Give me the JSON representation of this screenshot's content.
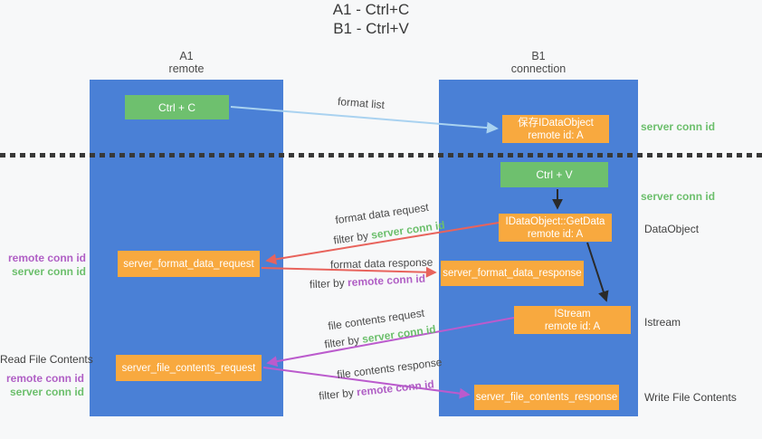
{
  "title": {
    "line1": "A1 - Ctrl+C",
    "line2": "B1 - Ctrl+V"
  },
  "lifelines": {
    "left": {
      "name": "A1",
      "subtitle": "remote"
    },
    "right": {
      "name": "B1",
      "subtitle": "connection"
    }
  },
  "boxes": {
    "ctrl_c": "Ctrl + C",
    "ctrl_v": "Ctrl + V",
    "save_idataobject_line1": "保存IDataObject",
    "save_idataobject_line2": "remote id: A",
    "getdata_line1": "IDataObject::GetData",
    "getdata_line2": "remote id: A",
    "istream_line1": "IStream",
    "istream_line2": "remote id: A",
    "format_request": "server_format_data_request",
    "format_response": "server_format_data_response",
    "file_request": "server_file_contents_request",
    "file_response": "server_file_contents_response"
  },
  "arrow_labels": {
    "format_list": "format list",
    "format_data_request": "format data request",
    "format_data_response": "format data response",
    "file_contents_request": "file contents request",
    "file_contents_response": "file contents response",
    "filter_by": "filter by ",
    "server_conn_id": "server conn id",
    "remote_conn_id": "remote conn id"
  },
  "side_labels": {
    "server_conn_id": "server conn id",
    "remote_conn_id": "remote conn id",
    "data_object": "DataObject",
    "istream": "Istream",
    "read_file_contents": "Read File Contents",
    "write_file_contents": "Write File Contents"
  },
  "colors": {
    "lifeline_blue": "#4a80d6",
    "box_green": "#6ec06e",
    "box_orange": "#f8a93f",
    "label_green": "#6cbf6c",
    "label_purple": "#b05fc5",
    "arrow_red": "#e8635c",
    "arrow_light_blue": "#a9d2f0",
    "arrow_purple": "#bb5bcd",
    "arrow_black": "#2a2a2a",
    "background": "#f7f8f9"
  }
}
